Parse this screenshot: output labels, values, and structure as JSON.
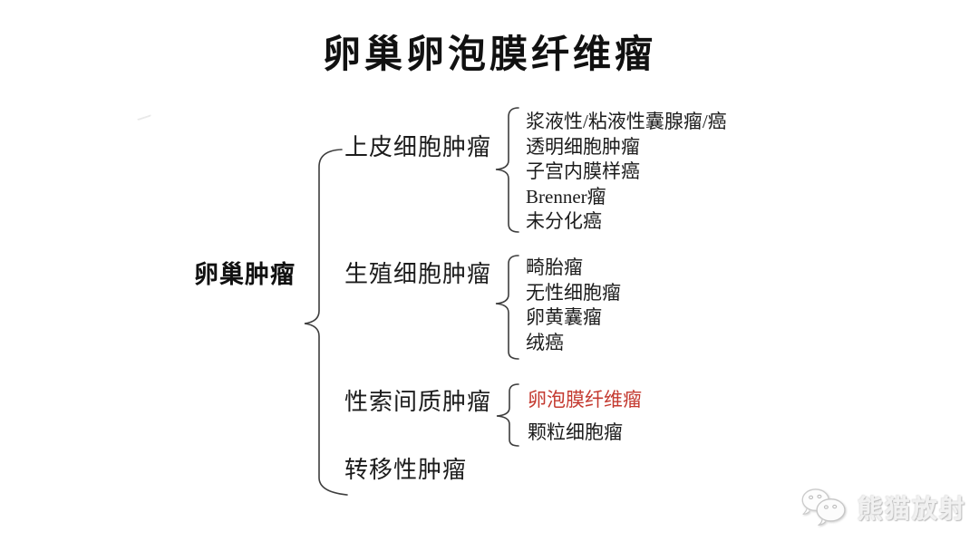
{
  "title": "卵巢卵泡膜纤维瘤",
  "colors": {
    "text": "#1c1c1c",
    "highlight_red": "#c43a30",
    "brace_line": "#3d3d3d",
    "watermark_text": "#f1f1f1"
  },
  "tree": {
    "root": "卵巢肿瘤",
    "branches": [
      {
        "label": "上皮细胞肿瘤",
        "children": [
          "浆液性/粘液性囊腺瘤/癌",
          "透明细胞肿瘤",
          "子宫内膜样癌",
          "Brenner瘤",
          "未分化癌"
        ]
      },
      {
        "label": "生殖细胞肿瘤",
        "children": [
          "畸胎瘤",
          "无性细胞瘤",
          "卵黄囊瘤",
          "绒癌"
        ]
      },
      {
        "label": "性索间质肿瘤",
        "children": [
          "卵泡膜纤维瘤",
          "颗粒细胞瘤"
        ],
        "highlighted_child": "卵泡膜纤维瘤"
      },
      {
        "label": "转移性肿瘤",
        "children": []
      }
    ]
  },
  "watermark": {
    "icon": "wechat-icon",
    "text": "熊猫放射"
  }
}
